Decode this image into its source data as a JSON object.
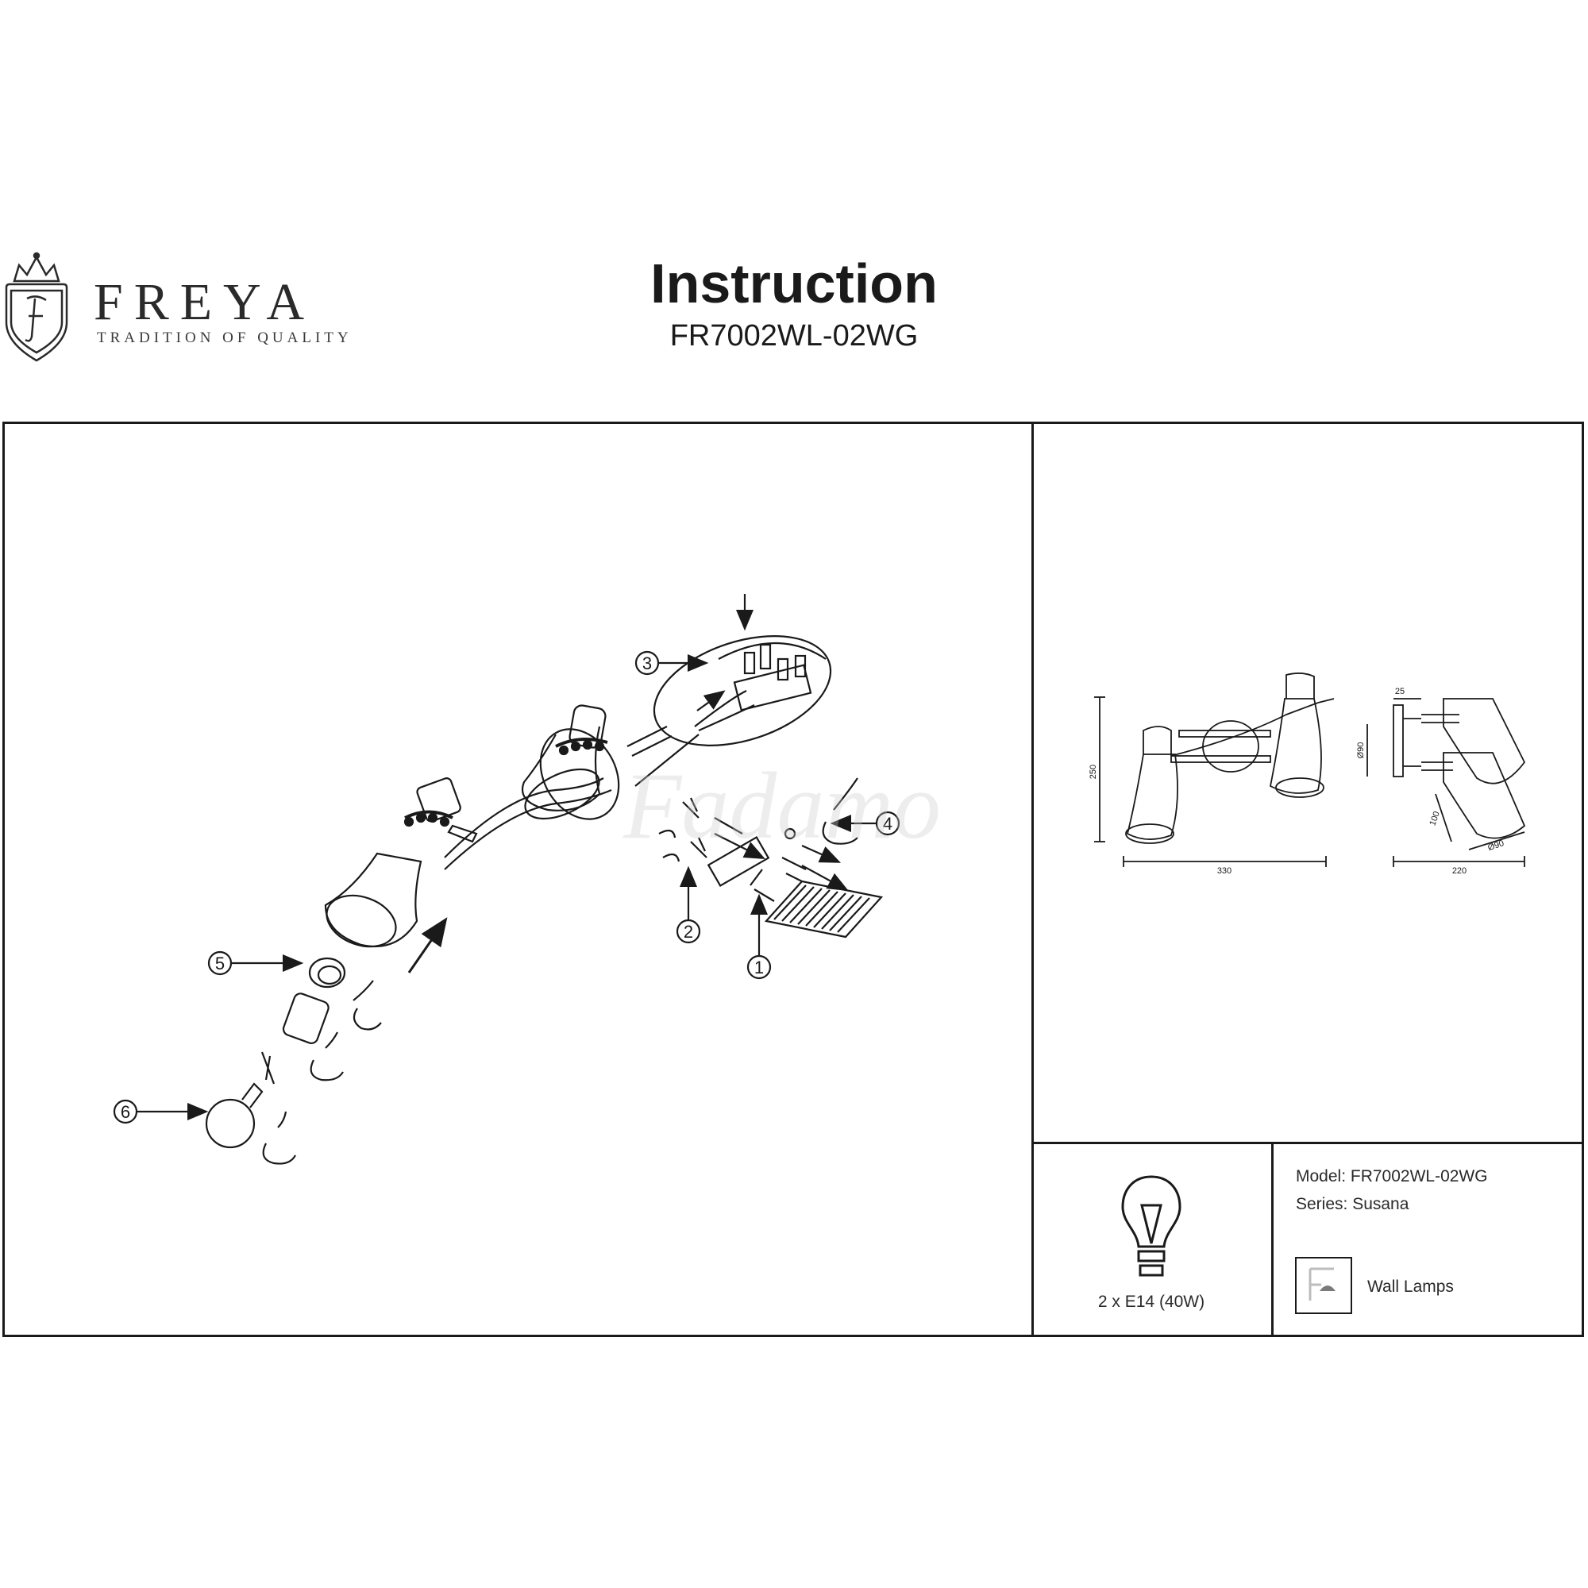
{
  "brand": {
    "name": "FREYA",
    "tagline": "TRADITION OF QUALITY",
    "logo_letter": "F",
    "logo_icon": "crown-shield-icon"
  },
  "header": {
    "title": "Instruction",
    "model": "FR7002WL-02WG"
  },
  "assembly": {
    "callouts": [
      "1",
      "2",
      "3",
      "4",
      "5",
      "6"
    ]
  },
  "dimensions": {
    "front": {
      "width": "330",
      "height": "250"
    },
    "side": {
      "depth": "220",
      "mount": "25",
      "shade_diameter": "Ø90",
      "shade_diameter_2": "Ø90",
      "arm": "100"
    }
  },
  "specs": {
    "bulb_icon": "light-bulb-icon",
    "bulb_text": "2 x E14 (40W)",
    "model_line": "Model: FR7002WL-02WG",
    "series_line": "Series: Susana",
    "type_icon": "wall-lamp-icon",
    "type_text": "Wall Lamps"
  },
  "watermark": {
    "text": "Fadamo"
  }
}
